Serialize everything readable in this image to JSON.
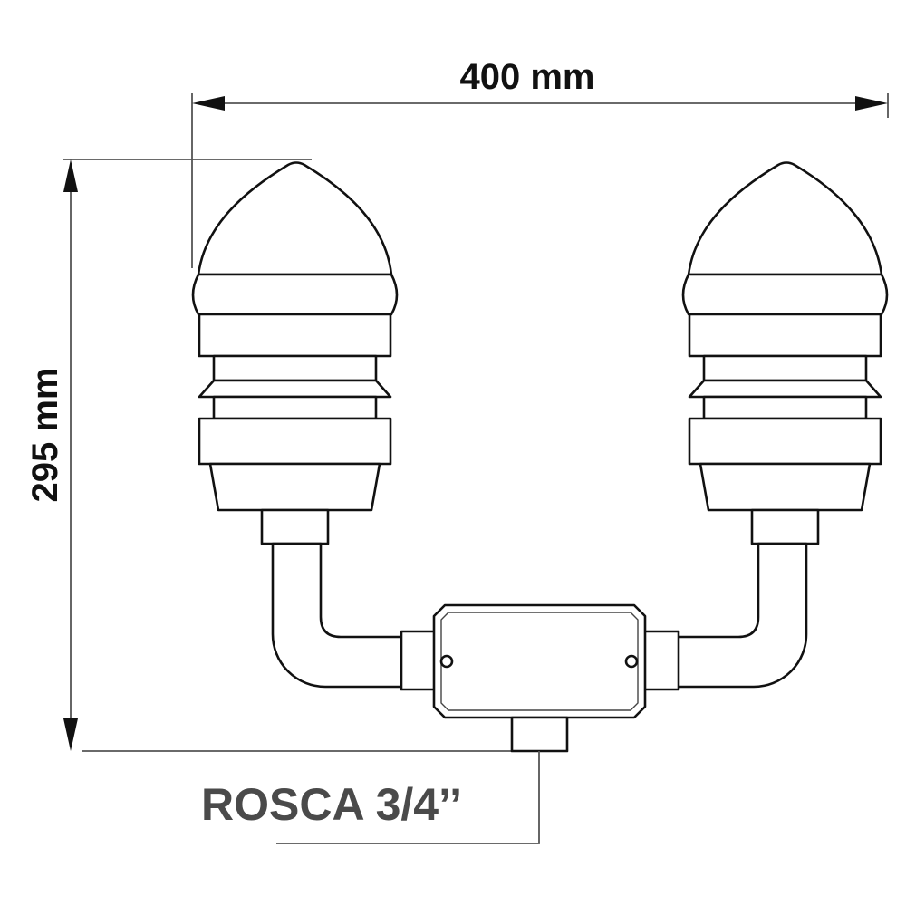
{
  "dimensions": {
    "width_label": "400 mm",
    "height_label": "295 mm"
  },
  "callout": {
    "thread_label": "ROSCA 3/4’’"
  }
}
